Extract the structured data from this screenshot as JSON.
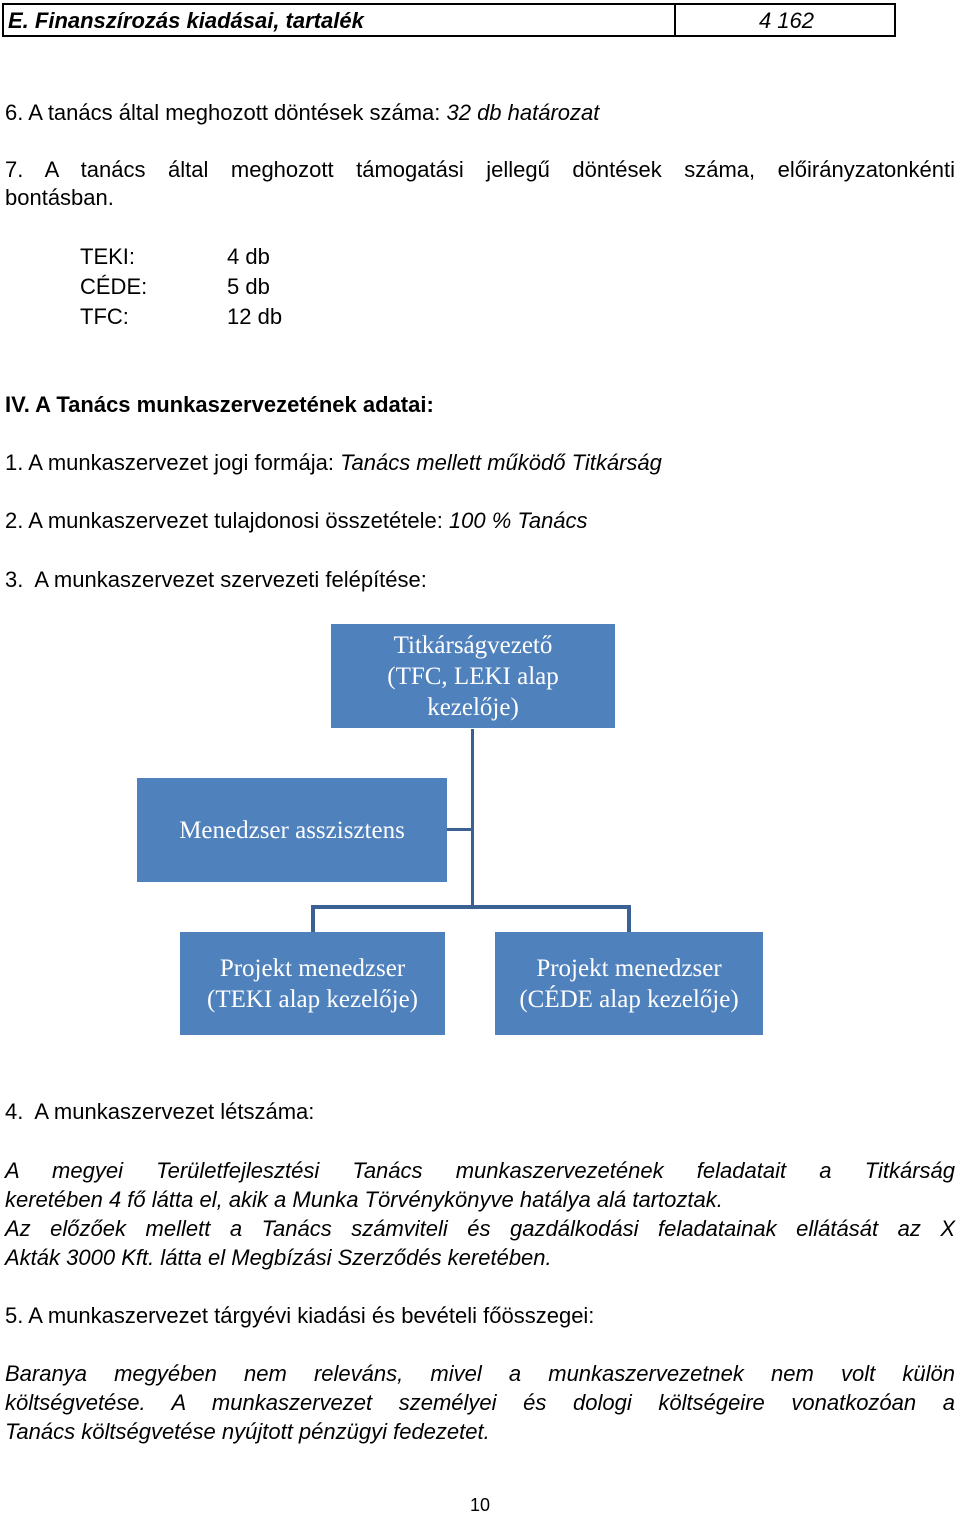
{
  "header": {
    "title": "E. Finanszírozás kiadásai, tartalék",
    "value": "4 162"
  },
  "item6": {
    "prefix": "6. A tanács által meghozott döntések száma: ",
    "value": "32 db határozat"
  },
  "item7": {
    "line1": "7. A tanács által meghozott támogatási jellegű döntések száma, előirányzatonkénti",
    "line2": "bontásban.",
    "rows": [
      {
        "label": "TEKI:",
        "value": "4 db"
      },
      {
        "label": "CÉDE:",
        "value": "5 db"
      },
      {
        "label": "TFC:",
        "value": "12 db"
      }
    ]
  },
  "section4": {
    "heading": "IV. A Tanács munkaszervezetének adatai:",
    "p1": {
      "prefix": "1. A munkaszervezet jogi formája: ",
      "value": "Tanács mellett működő Titkárság"
    },
    "p2": {
      "prefix": "2. A munkaszervezet tulajdonosi összetétele: ",
      "value": "100 % Tanács"
    },
    "p3": "3.  A munkaszervezet szervezeti felépítése:",
    "p4": "4.  A munkaszervezet létszáma:",
    "p4_text": [
      "A megyei Területfejlesztési Tanács munkaszervezetének feladatait a Titkárság",
      "keretében 4 fő látta el, akik a Munka Törvénykönyve hatálya alá tartoztak.",
      "Az előzőek mellett a Tanács számviteli és gazdálkodási feladatainak ellátását az X",
      "Akták 3000 Kft. látta el Megbízási Szerződés keretében."
    ],
    "p5": "5. A munkaszervezet tárgyévi kiadási és bevételi főösszegei:",
    "p5_text": [
      "Baranya megyében nem releváns, mivel a munkaszervezetnek nem volt külön",
      "költségvetése. A munkaszervezet személyei és dologi költségeire vonatkozóan a",
      "Tanács költségvetése nyújtott pénzügyi fedezetet."
    ]
  },
  "org_chart": {
    "box_color": "#4f81bd",
    "top": [
      "Titkárságvezető",
      "(TFC, LEKI alap",
      "kezelője)"
    ],
    "assistant": [
      "Menedzser asszisztens"
    ],
    "left": [
      "Projekt menedzser",
      "(TEKI alap kezelője)"
    ],
    "right": [
      "Projekt menedzser",
      "(CÉDE alap kezelője)"
    ]
  },
  "page_number": "10"
}
